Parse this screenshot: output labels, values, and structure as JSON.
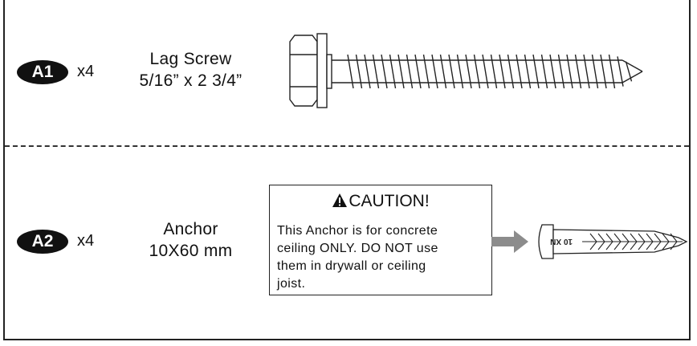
{
  "items": [
    {
      "id": "A1",
      "quantity": "x4",
      "name_line1": "Lag Screw",
      "name_line2": "5/16” x 2 3/4”"
    },
    {
      "id": "A2",
      "quantity": "x4",
      "name_line1": "Anchor",
      "name_line2": "10X60 mm"
    }
  ],
  "caution": {
    "title": "CAUTION!",
    "line1": "This Anchor is for concrete",
    "line2": "ceiling ONLY. DO NOT use",
    "line3": "them in drywall or ceiling",
    "line4": "joist.",
    "icon": "warning-triangle-icon"
  },
  "anchor_marking": "10 XN",
  "colors": {
    "badge_fill": "#111111",
    "badge_text": "#ffffff",
    "arrow": "#8c8c8c",
    "line": "#222222"
  }
}
